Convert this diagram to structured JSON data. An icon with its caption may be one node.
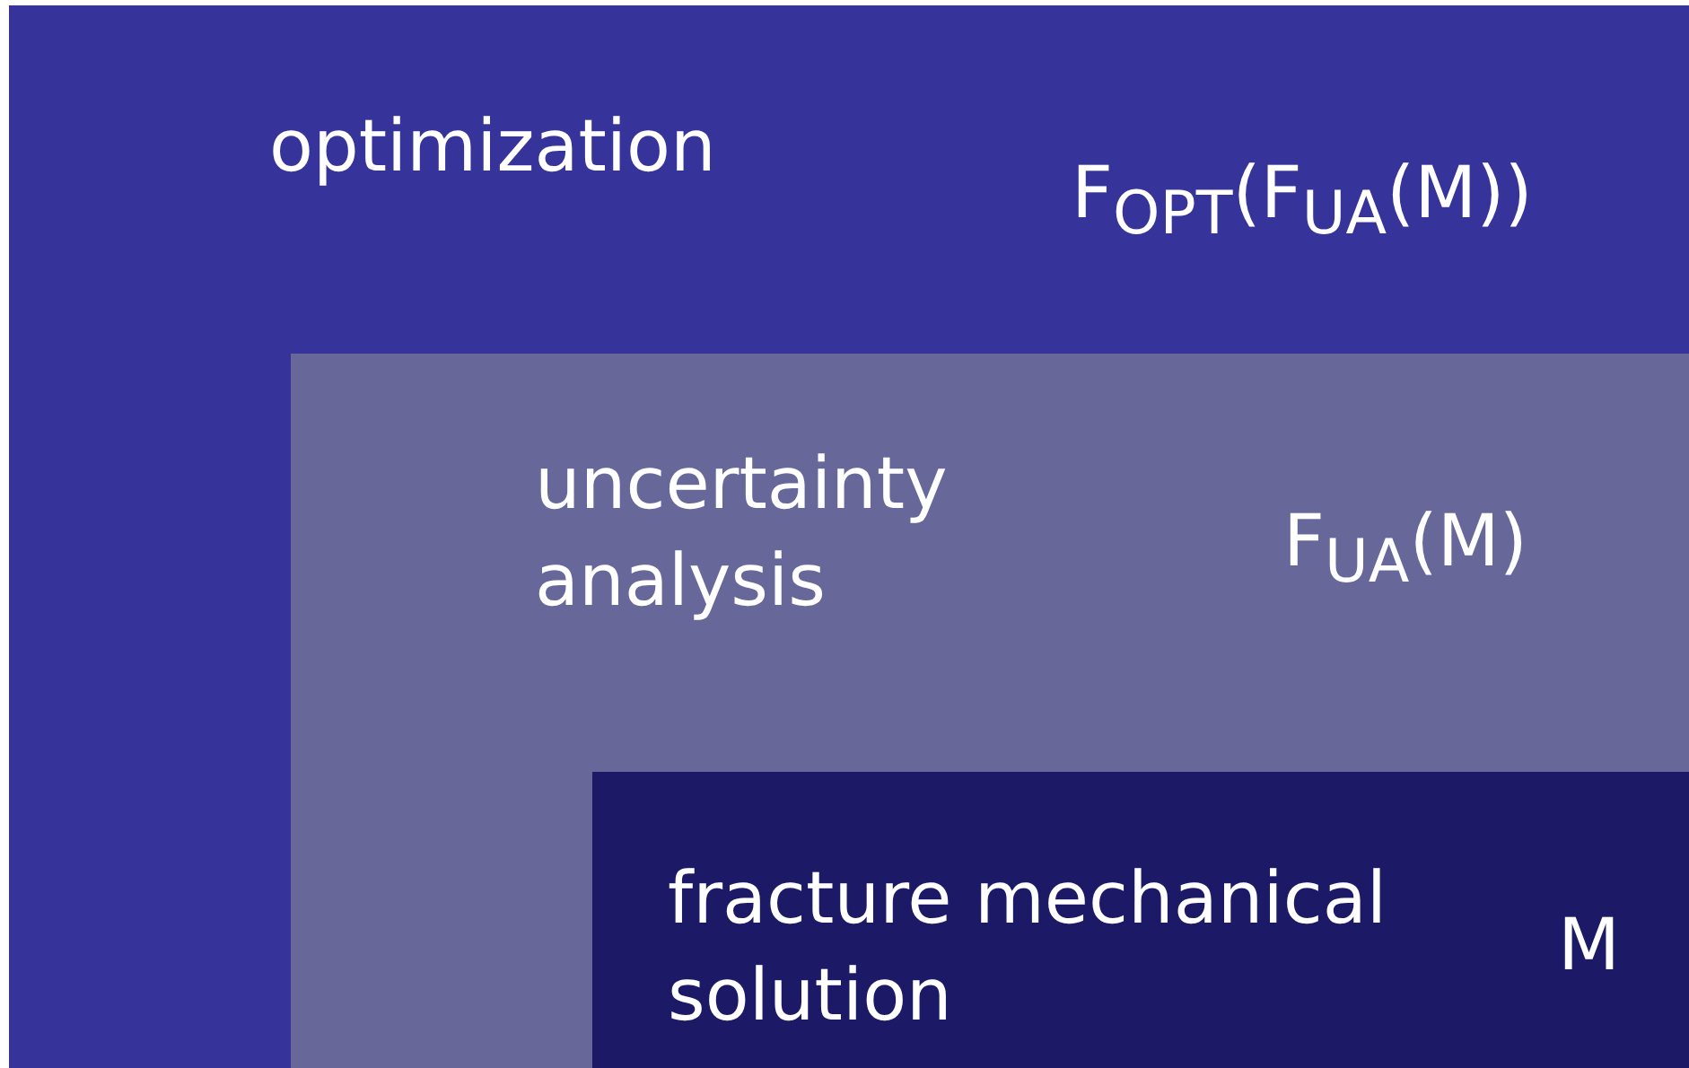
{
  "diagram": {
    "nodes": [
      {
        "text": [
          "optimization",
          "F$_{OPT}$(F$_{UA}$(M))"
        ]
      },
      {
        "text": [
          "uncertainty analysis",
          "F$_{UA}$(M)"
        ],
        "in": 0
      },
      {
        "text": [
          "fracture mechanical solution",
          "M"
        ],
        "in": 1
      }
    ]
  }
}
